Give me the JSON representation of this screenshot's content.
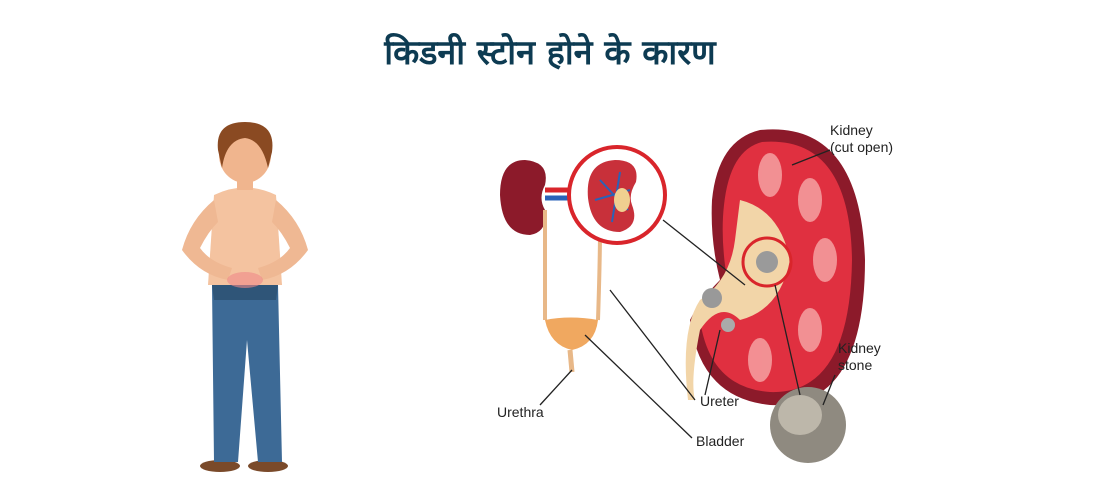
{
  "title": "किडनी स्टोन होने के कारण",
  "labels": {
    "kidney_cut_open_1": "Kidney",
    "kidney_cut_open_2": "(cut open)",
    "kidney_stone_1": "Kidney",
    "kidney_stone_2": "stone",
    "ureter": "Ureter",
    "urethra": "Urethra",
    "bladder": "Bladder"
  },
  "colors": {
    "title": "#0d3b52",
    "highlight": "#d9252b",
    "kidney": "#a8182a"
  }
}
